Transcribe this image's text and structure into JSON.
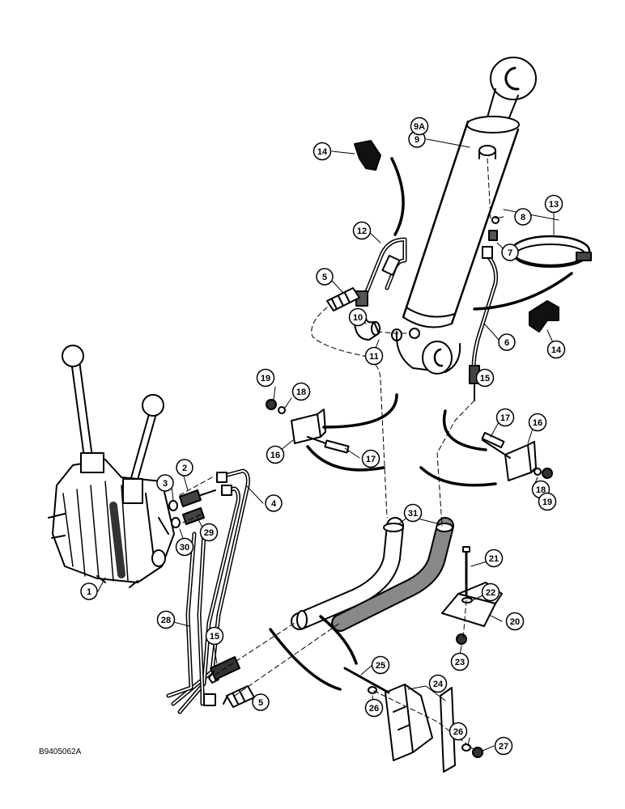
{
  "figure_code": "B9405062A",
  "callouts": [
    {
      "label": "1"
    },
    {
      "label": "2"
    },
    {
      "label": "3"
    },
    {
      "label": "4"
    },
    {
      "label": "5"
    },
    {
      "label": "5"
    },
    {
      "label": "6"
    },
    {
      "label": "7"
    },
    {
      "label": "8"
    },
    {
      "label": "9"
    },
    {
      "label": "9A"
    },
    {
      "label": "10"
    },
    {
      "label": "11"
    },
    {
      "label": "12"
    },
    {
      "label": "13"
    },
    {
      "label": "14"
    },
    {
      "label": "14"
    },
    {
      "label": "15"
    },
    {
      "label": "15"
    },
    {
      "label": "16"
    },
    {
      "label": "16"
    },
    {
      "label": "17"
    },
    {
      "label": "17"
    },
    {
      "label": "18"
    },
    {
      "label": "18"
    },
    {
      "label": "19"
    },
    {
      "label": "19"
    },
    {
      "label": "20"
    },
    {
      "label": "21"
    },
    {
      "label": "22"
    },
    {
      "label": "23"
    },
    {
      "label": "24"
    },
    {
      "label": "25"
    },
    {
      "label": "26"
    },
    {
      "label": "26"
    },
    {
      "label": "27"
    },
    {
      "label": "28"
    },
    {
      "label": "29"
    },
    {
      "label": "30"
    },
    {
      "label": "31"
    }
  ]
}
